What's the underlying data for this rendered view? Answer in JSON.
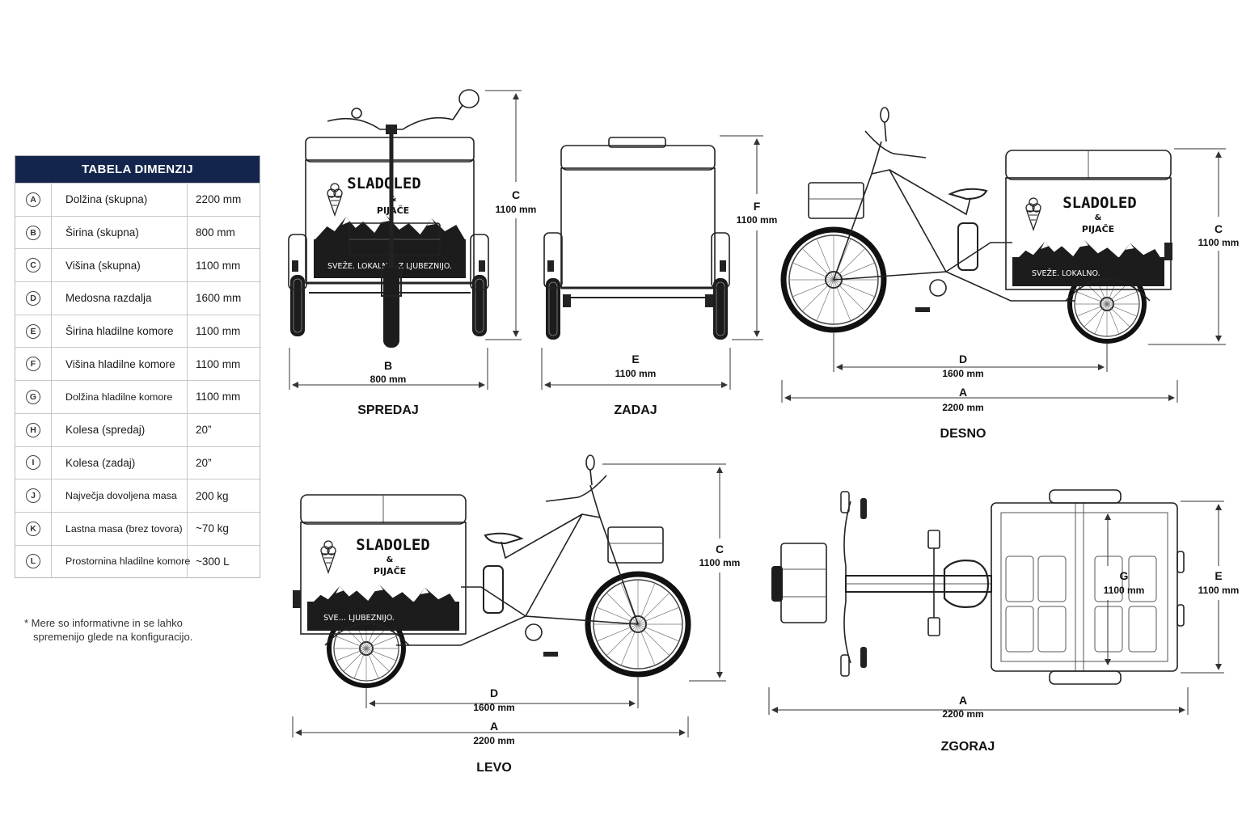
{
  "table": {
    "title": "TABELA DIMENZIJ",
    "rows": [
      {
        "key": "A",
        "label": "Dolžina (skupna)",
        "value": "2200 mm"
      },
      {
        "key": "B",
        "label": "Širina (skupna)",
        "value": "800 mm"
      },
      {
        "key": "C",
        "label": "Višina (skupna)",
        "value": "1100 mm"
      },
      {
        "key": "D",
        "label": "Medosna razdalja",
        "value": "1600 mm"
      },
      {
        "key": "E",
        "label": "Širina hladilne komore",
        "value": "1100 mm"
      },
      {
        "key": "F",
        "label": "Višina hladilne komore",
        "value": "1100 mm"
      },
      {
        "key": "G",
        "label": "Dolžina hladilne komore",
        "value": "1100 mm"
      },
      {
        "key": "H",
        "label": "Kolesa (spredaj)",
        "value": "20”"
      },
      {
        "key": "I",
        "label": "Kolesa (zadaj)",
        "value": "20”"
      },
      {
        "key": "J",
        "label": "Največja dovoljena masa",
        "value": "200 kg"
      },
      {
        "key": "K",
        "label": "Lastna masa (brez tovora)",
        "value": "~70 kg"
      },
      {
        "key": "L",
        "label": "Prostornina hladilne komore",
        "value": "~300 L"
      }
    ]
  },
  "footnote": {
    "line1": "* Mere so informativne in se lahko",
    "line2": "spremenijo glede na konfiguracijo."
  },
  "branding": {
    "name": "SLADOLED",
    "amp": "&",
    "sub": "PIJAČE",
    "slogan_front": "SVEŽE. LOKALNO. Z LJUBEZNIJO.",
    "slogan_right": "SVEŽE. LOKALNO.",
    "slogan_left": "SVE… LJUBEZNIJO."
  },
  "views": {
    "front": {
      "title": "SPREDAJ",
      "dims": {
        "c_letter": "C",
        "c_value": "1100 mm",
        "b_letter": "B",
        "b_value": "800 mm"
      }
    },
    "rear": {
      "title": "ZADAJ",
      "dims": {
        "f_letter": "F",
        "f_value": "1100 mm",
        "e_letter": "E",
        "e_value": "1100 mm"
      }
    },
    "right": {
      "title": "DESNO",
      "dims": {
        "c_letter": "C",
        "c_value": "1100 mm",
        "d_letter": "D",
        "d_value": "1600 mm",
        "a_letter": "A",
        "a_value": "2200 mm"
      }
    },
    "left": {
      "title": "LEVO",
      "dims": {
        "c_letter": "C",
        "c_value": "1100 mm",
        "d_letter": "D",
        "d_value": "1600 mm",
        "a_letter": "A",
        "a_value": "2200 mm"
      }
    },
    "top": {
      "title": "ZGORAJ",
      "dims": {
        "g_letter": "G",
        "g_value": "1100 mm",
        "e_letter": "E",
        "e_value": "1100 mm",
        "a_letter": "A",
        "a_value": "2200 mm"
      }
    }
  },
  "colors": {
    "header": "#14254d",
    "ink": "#1a1a1a",
    "panel": "#1c1c1c"
  }
}
